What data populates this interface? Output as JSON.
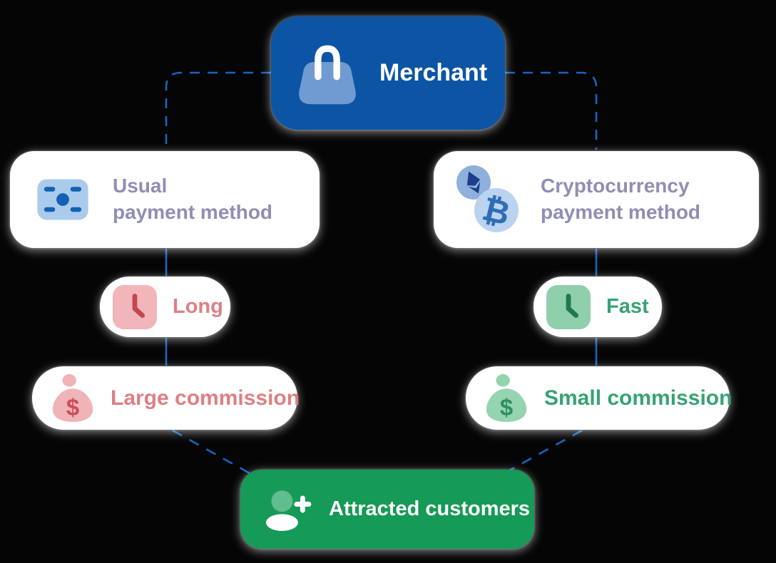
{
  "diagram": {
    "type": "flowchart",
    "background_color": "#050505",
    "connector": {
      "style": "dashed",
      "color": "#1565c0"
    }
  },
  "nodes": {
    "merchant": {
      "label": "Merchant",
      "icon": "shopping-bag",
      "bg": "#0c55a5",
      "text_color": "#ffffff"
    },
    "usual_payment": {
      "label_line1": "Usual",
      "label_line2": "payment method",
      "icon": "banknote",
      "text_color": "#8f8eb3"
    },
    "crypto_payment": {
      "label_line1": "Cryptocurrency",
      "label_line2": "payment method",
      "icon": "ethereum-bitcoin-coins",
      "bitcoin_symbol": "₿",
      "text_color": "#8f8eb3"
    },
    "long": {
      "label": "Long",
      "icon": "clock",
      "icon_bg": "#f2b5b9",
      "text_color": "#dd7f84"
    },
    "fast": {
      "label": "Fast",
      "icon": "clock",
      "icon_bg": "#90cfab",
      "text_color": "#37a273"
    },
    "large_commission": {
      "label": "Large commission",
      "icon": "money-bag",
      "dollar": "$",
      "icon_bg": "#f0b3b8",
      "text_color": "#dd7f84"
    },
    "small_commission": {
      "label": "Small commission",
      "icon": "money-bag",
      "dollar": "$",
      "icon_bg": "#96d3b0",
      "text_color": "#37a273"
    },
    "attracted": {
      "label": "Attracted customers",
      "icon": "person-plus",
      "bg": "#169a57",
      "text_color": "#ffffff"
    }
  },
  "edges": [
    {
      "from": "merchant",
      "to": "usual_payment"
    },
    {
      "from": "merchant",
      "to": "crypto_payment"
    },
    {
      "from": "usual_payment",
      "to": "long"
    },
    {
      "from": "long",
      "to": "large_commission"
    },
    {
      "from": "crypto_payment",
      "to": "fast"
    },
    {
      "from": "fast",
      "to": "small_commission"
    },
    {
      "from": "large_commission",
      "to": "attracted"
    },
    {
      "from": "small_commission",
      "to": "attracted"
    }
  ],
  "colors": {
    "merchant_bag_body": "#6f9bd2",
    "banknote_bg": "#aacbec",
    "banknote_marks": "#1261b4",
    "eth_coin": "#8eb0db",
    "eth_glyph": "#1b3f8c",
    "btc_coin": "#bad3f0",
    "btc_glyph": "#2f6db6",
    "clock_glyph_red": "#c4474f",
    "clock_glyph_green": "#1e7a4e",
    "dollar_red": "#cc4e56",
    "dollar_green": "#2f8f61",
    "person_head": "#5fbd8e"
  }
}
